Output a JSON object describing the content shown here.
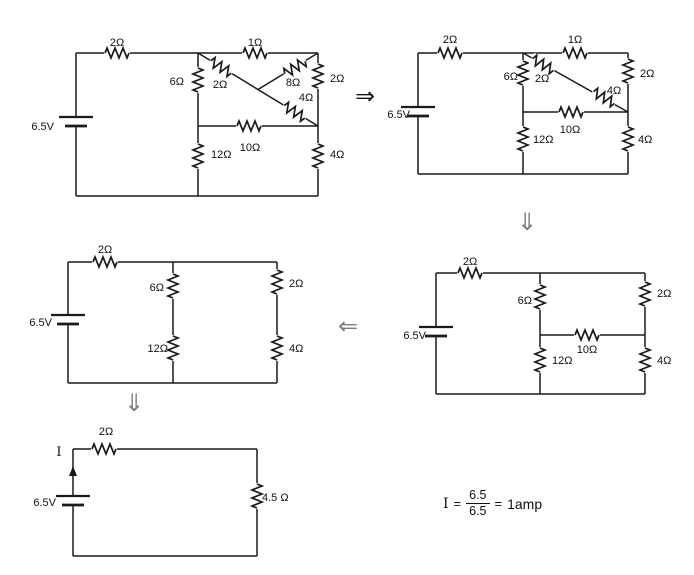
{
  "circuits": {
    "c1": {
      "battery": "6.5V",
      "r_top_left": "2Ω",
      "r_top_right": "1Ω",
      "r_branch_upper": "6Ω",
      "r_diag_upper": "2Ω",
      "r_diag_bridge": "8Ω",
      "r_diag_lower": "4Ω",
      "r_right_upper": "2Ω",
      "r_middle_h": "10Ω",
      "r_branch_lower": "12Ω",
      "r_right_lower": "4Ω"
    },
    "c2": {
      "battery": "6.5V",
      "r_top_left": "2Ω",
      "r_top_right": "1Ω",
      "r_branch_upper": "6Ω",
      "r_diag_upper": "2Ω",
      "r_diag_lower": "4Ω",
      "r_right_upper": "2Ω",
      "r_middle_h": "10Ω",
      "r_branch_lower": "12Ω",
      "r_right_lower": "4Ω"
    },
    "c4": {
      "battery": "6.5V",
      "r_top": "2Ω",
      "r_branch_upper": "6Ω",
      "r_branch_lower": "12Ω",
      "r_right_upper": "2Ω",
      "r_right_lower": "4Ω",
      "r_middle_h": "10Ω"
    },
    "c3": {
      "battery": "6.5V",
      "r_top": "2Ω",
      "r_branch_upper": "6Ω",
      "r_branch_lower": "12Ω",
      "r_right_upper": "2Ω",
      "r_right_lower": "4Ω"
    },
    "c5": {
      "battery": "6.5V",
      "current_label": "I",
      "r_top": "2Ω",
      "r_right": "4.5 Ω"
    }
  },
  "arrows": {
    "step1_right": "⇒",
    "step2_down": "⇓",
    "step3_left": "⇐",
    "step4_down": "⇓"
  },
  "equation": {
    "lhs": "I",
    "equals1": "=",
    "numerator": "6.5",
    "denominator": "6.5",
    "equals2": "=",
    "result": "1amp"
  },
  "colors": {
    "line": "#1a1a1a",
    "text": "#111111",
    "arrow_gray": "#7d7d7d"
  }
}
